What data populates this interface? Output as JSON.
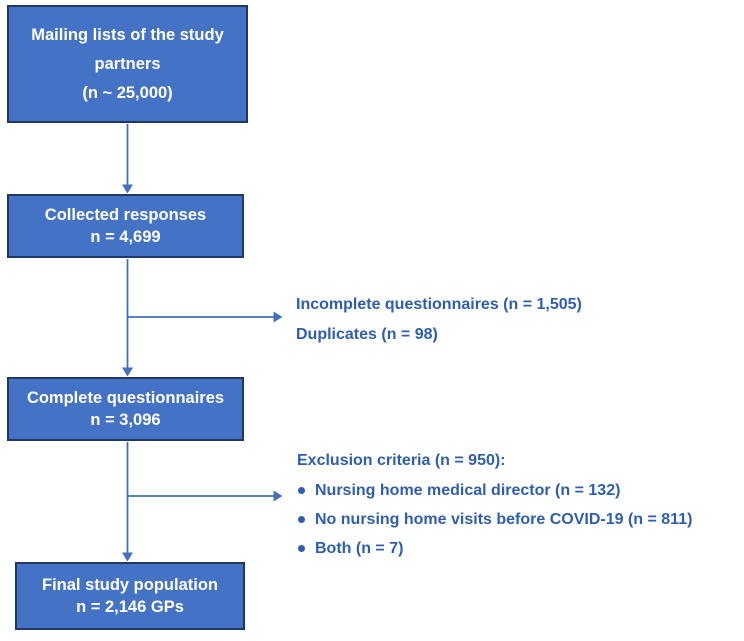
{
  "colors": {
    "box_fill": "#4472C4",
    "box_border": "#1F3864",
    "box_text": "#FFFFFF",
    "arrow": "#4070BE",
    "note_text": "#2F5EB0",
    "background": "#FFFFFF"
  },
  "flow": {
    "box1": {
      "lines": [
        "Mailing lists of the study",
        "partners",
        "(n ~ 25,000)"
      ]
    },
    "box2": {
      "lines": [
        "Collected responses",
        "n = 4,699"
      ]
    },
    "box3": {
      "lines": [
        "Complete questionnaires",
        "n = 3,096"
      ]
    },
    "box4": {
      "lines": [
        "Final study population",
        "n = 2,146 GPs"
      ]
    }
  },
  "exclusions_step1": {
    "lines": [
      "Incomplete questionnaires (n = 1,505)",
      "Duplicates (n = 98)"
    ]
  },
  "exclusions_step2": {
    "heading": "Exclusion criteria (n = 950):",
    "bullets": [
      "Nursing home medical director (n = 132)",
      "No nursing home visits before COVID-19 (n = 811)",
      "Both (n = 7)"
    ]
  }
}
